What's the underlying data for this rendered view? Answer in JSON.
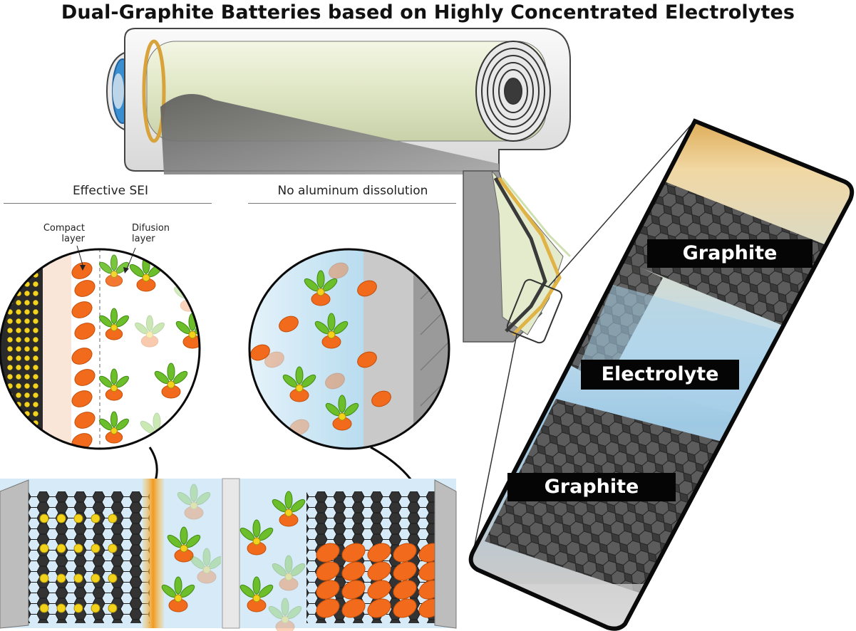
{
  "title": "Dual-Graphite Batteries based on Highly Concentrated Electrolytes",
  "panels": {
    "left_heading": "Effective SEI",
    "right_heading": "No aluminum dissolution",
    "compact_layer_label": "Compact\nlayer",
    "diffusion_layer_label": "Difusion\nlayer"
  },
  "zoom_tags": {
    "top": "Graphite",
    "middle": "Electrolyte",
    "bottom": "Graphite"
  },
  "colors": {
    "anion_orange": "#f26a1b",
    "cation_green": "#6cbf2a",
    "cation_yellow": "#f2d21b",
    "graphite_dark": "#2b2b2b",
    "electrolyte_blue": "#cfe7f5",
    "separator_green": "#e6ebd1",
    "sei_orange": "#f3a22b"
  }
}
